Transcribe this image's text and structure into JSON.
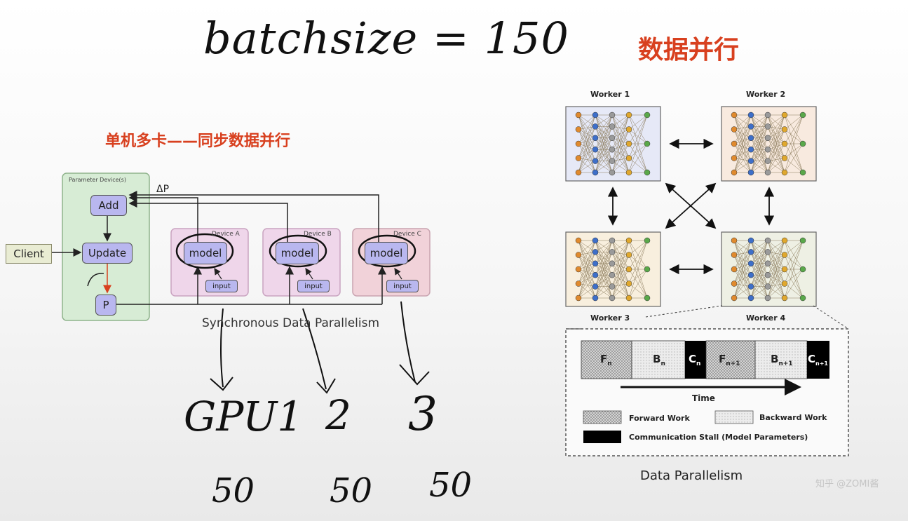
{
  "handwritten": {
    "batchsize": "batchsize = 150",
    "gpu1": "GPU1",
    "gpu2": "2",
    "gpu3": "3",
    "n1": "50",
    "n2": "50",
    "n3": "50"
  },
  "titles": {
    "left": "单机多卡——同步数据并行",
    "right": "数据并行"
  },
  "left_diagram": {
    "param_device": "Parameter Device(s)",
    "add": "Add",
    "update": "Update",
    "p": "P",
    "delta_p": "ΔP",
    "client": "Client",
    "devices": [
      {
        "label": "Device A",
        "model": "model",
        "input": "input"
      },
      {
        "label": "Device B",
        "model": "model",
        "input": "input"
      },
      {
        "label": "Device C",
        "model": "model",
        "input": "input"
      }
    ],
    "caption": "Synchronous Data Parallelism"
  },
  "right_diagram": {
    "workers": [
      "Worker 1",
      "Worker 2",
      "Worker 3",
      "Worker 4"
    ],
    "timeline": {
      "cells": [
        {
          "label": "F",
          "sub": "n"
        },
        {
          "label": "B",
          "sub": "n"
        },
        {
          "label": "C",
          "sub": "n"
        },
        {
          "label": "F",
          "sub": "n+1"
        },
        {
          "label": "B",
          "sub": "n+1"
        },
        {
          "label": "C",
          "sub": "n+1"
        }
      ],
      "time": "Time"
    },
    "legend": {
      "forward": "Forward Work",
      "backward": "Backward Work",
      "comm": "Communication Stall (Model Parameters)"
    },
    "caption": "Data Parallelism"
  },
  "watermark": "知乎 @ZOMI酱",
  "colors": {
    "title_red": "#d8401f",
    "param_green": "#d7ecd5",
    "device_pink": "#efd6ea",
    "model_purple": "#b9b7ef"
  }
}
